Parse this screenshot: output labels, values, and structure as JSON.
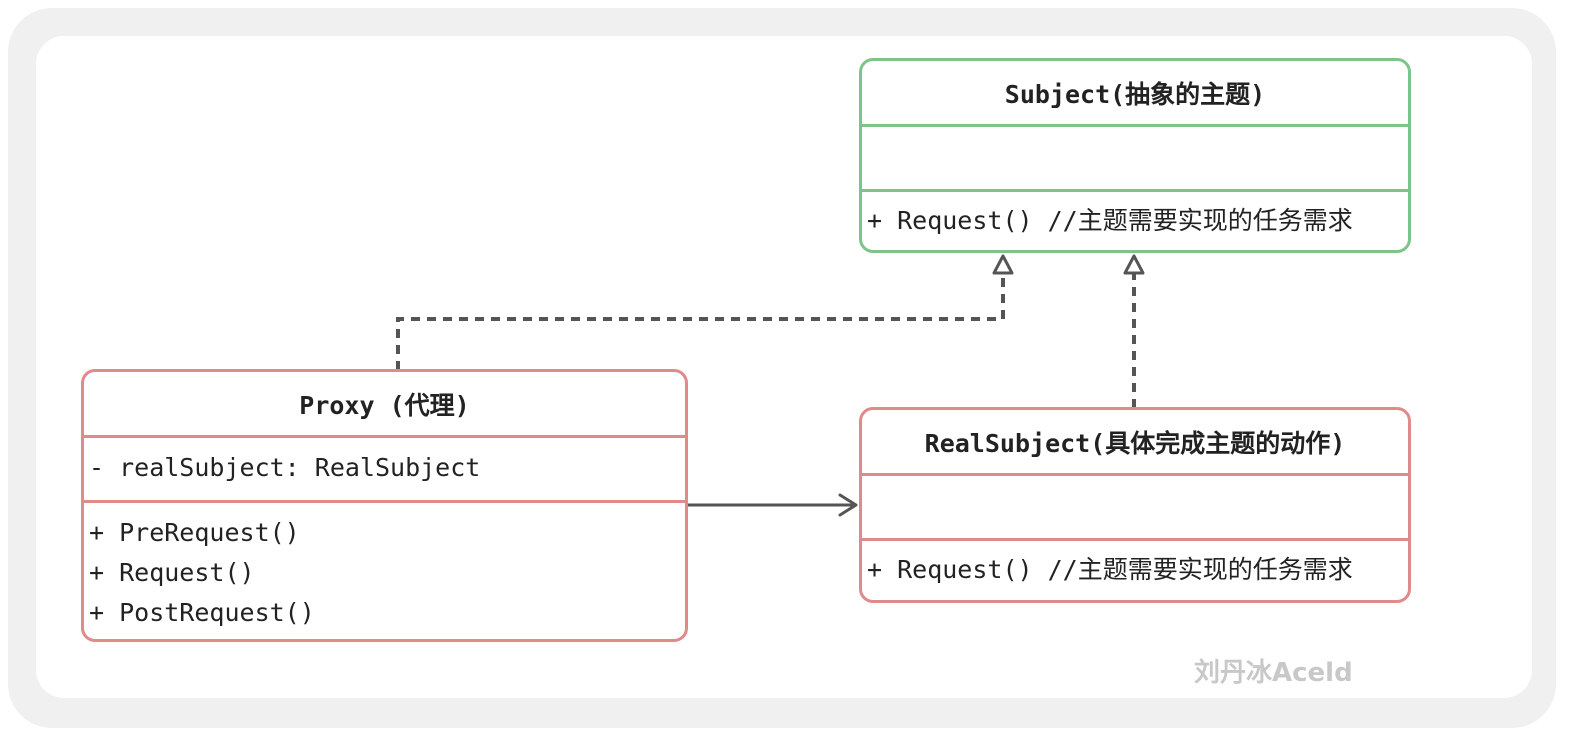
{
  "classes": {
    "subject": {
      "name": "Subject(抽象的主题)",
      "attributes": [],
      "operations": [
        "+ Request() //主题需要实现的任务需求"
      ]
    },
    "proxy": {
      "name": "Proxy (代理)",
      "attributes": [
        "- realSubject: RealSubject"
      ],
      "operations": [
        "+ PreRequest()",
        "+ Request()",
        "+ PostRequest()"
      ]
    },
    "real_subject": {
      "name": "RealSubject(具体完成主题的动作)",
      "attributes": [],
      "operations": [
        "+ Request() //主题需要实现的任务需求"
      ]
    }
  },
  "relations": [
    {
      "from": "Proxy",
      "to": "Subject",
      "type": "realization"
    },
    {
      "from": "RealSubject",
      "to": "Subject",
      "type": "realization"
    },
    {
      "from": "Proxy",
      "to": "RealSubject",
      "type": "association"
    }
  ],
  "colors": {
    "abstract_border": "#7dc48b",
    "concrete_border": "#e08a8a",
    "connector": "#555555"
  },
  "watermark": "刘丹冰Aceld"
}
